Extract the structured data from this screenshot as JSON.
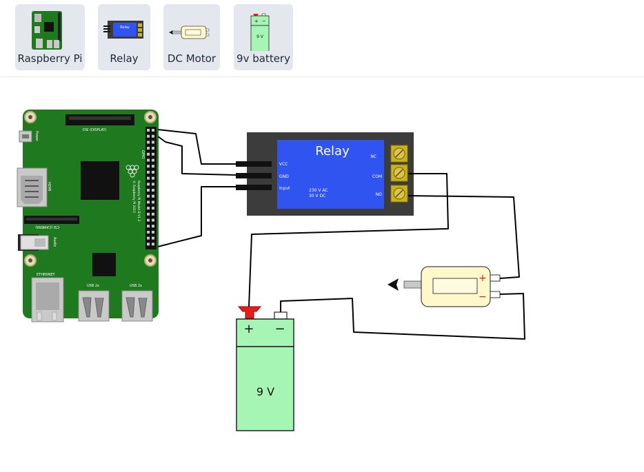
{
  "palette": {
    "items": [
      {
        "label": "Raspberry Pi"
      },
      {
        "label": "Relay"
      },
      {
        "label": "DC Motor"
      },
      {
        "label": "9v battery"
      }
    ]
  },
  "pi": {
    "power": "Power",
    "dsi": "DSI (DISPLAY)",
    "gpio": "GPIO",
    "hdmi": "HDMI",
    "csi": "CSI (CAMERA)",
    "audio": "Audio",
    "ethernet": "ETHERNET",
    "usb1": "USB 2x",
    "usb2": "USB 2x",
    "model1": "Raspberry Pi Model B V1.2",
    "model2": "© Raspberry Pi 2015"
  },
  "relay": {
    "title": "Relay",
    "pins": {
      "vcc": "VCC",
      "gnd": "GND",
      "input": "Input"
    },
    "rating1": "230 V AC",
    "rating2": "30 V DC",
    "terminals": {
      "nc": "NC",
      "com": "COM",
      "no": "NO"
    }
  },
  "motor": {
    "plus": "+",
    "minus": "−"
  },
  "battery": {
    "plus": "+",
    "minus": "−",
    "voltage": "9 V",
    "thumb_voltage": "9 V"
  },
  "colors": {
    "pi_board": "#1f7a1f",
    "relay_body": "#3c3c3c",
    "relay_screen": "#2f54f0",
    "terminal": "#c9b21e",
    "motor_body": "#fff8c8",
    "battery_body": "#a6f5b5",
    "battery_plus": "#e02020",
    "wire": "#000000"
  }
}
